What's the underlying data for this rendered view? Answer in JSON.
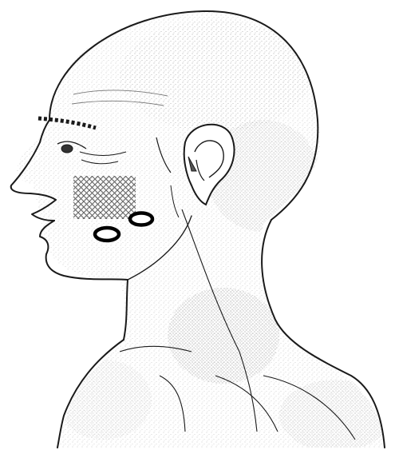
{
  "figure": {
    "subject": "head-and-neck-lateral-view",
    "colors": {
      "outline": "#1a1a1a",
      "stipple": "#9a9a9a",
      "shade": "#c9c9c9",
      "crosshatch": "#333333",
      "marker": "#000000",
      "background": "#ffffff"
    },
    "markers": {
      "hatched_region_count": 1,
      "circle_marker_count": 2
    }
  }
}
